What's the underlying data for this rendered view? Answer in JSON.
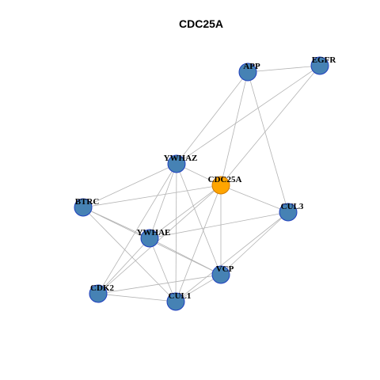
{
  "title": "CDC25A",
  "colors": {
    "node_default": "#4682b4",
    "node_default_border": "#1f3fbf",
    "node_focus": "#ffa500",
    "node_focus_border": "#d17a00",
    "edge": "#b3b3b3"
  },
  "nodes": [
    {
      "id": "APP",
      "label": "APP"
    },
    {
      "id": "EGFR",
      "label": "EGFR"
    },
    {
      "id": "YWHAZ",
      "label": "YWHAZ"
    },
    {
      "id": "CDC25A",
      "label": "CDC25A",
      "focus": true
    },
    {
      "id": "BTRC",
      "label": "BTRC"
    },
    {
      "id": "CUL3",
      "label": "CUL3"
    },
    {
      "id": "YWHAE",
      "label": "YWHAE"
    },
    {
      "id": "VCP",
      "label": "VCP"
    },
    {
      "id": "CDK2",
      "label": "CDK2"
    },
    {
      "id": "CUL1",
      "label": "CUL1"
    }
  ],
  "edges": [
    [
      "APP",
      "EGFR"
    ],
    [
      "APP",
      "YWHAZ"
    ],
    [
      "APP",
      "CDC25A"
    ],
    [
      "APP",
      "CUL3"
    ],
    [
      "EGFR",
      "YWHAZ"
    ],
    [
      "EGFR",
      "CDC25A"
    ],
    [
      "YWHAZ",
      "CDC25A"
    ],
    [
      "YWHAZ",
      "BTRC"
    ],
    [
      "YWHAZ",
      "YWHAE"
    ],
    [
      "YWHAZ",
      "VCP"
    ],
    [
      "YWHAZ",
      "CDK2"
    ],
    [
      "YWHAZ",
      "CUL1"
    ],
    [
      "CDC25A",
      "BTRC"
    ],
    [
      "CDC25A",
      "CUL3"
    ],
    [
      "CDC25A",
      "YWHAE"
    ],
    [
      "CDC25A",
      "VCP"
    ],
    [
      "CDC25A",
      "CDK2"
    ],
    [
      "CDC25A",
      "CUL1"
    ],
    [
      "BTRC",
      "YWHAE"
    ],
    [
      "BTRC",
      "VCP"
    ],
    [
      "BTRC",
      "CUL1"
    ],
    [
      "YWHAE",
      "CUL3"
    ],
    [
      "YWHAE",
      "VCP"
    ],
    [
      "YWHAE",
      "CDK2"
    ],
    [
      "YWHAE",
      "CUL1"
    ],
    [
      "CUL3",
      "VCP"
    ],
    [
      "CUL3",
      "CUL1"
    ],
    [
      "VCP",
      "CDK2"
    ],
    [
      "VCP",
      "CUL1"
    ],
    [
      "CDK2",
      "CUL1"
    ]
  ]
}
